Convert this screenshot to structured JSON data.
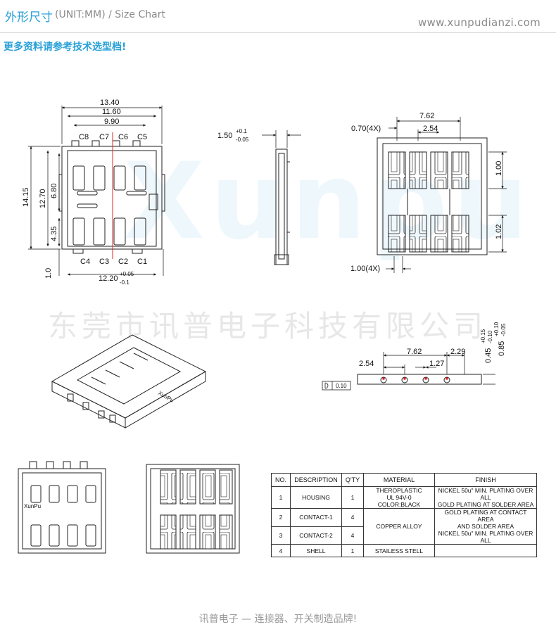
{
  "header": {
    "title_cn": "外形尺寸",
    "title_unit": "(UNIT:MM) / Size Chart",
    "website": "www.xunpudianzi.com",
    "subtitle": "更多资料请参考技术选型档!"
  },
  "watermarks": {
    "brand": "Xunpu",
    "company": "东莞市讯普电子科技有限公司"
  },
  "top_view": {
    "dims": [
      "13.40",
      "11.60",
      "9.90",
      "14.15",
      "12.70",
      "6.80",
      "4.35",
      "1.0",
      "12.20"
    ],
    "tol_12_20": [
      "+0.05",
      "-0.1"
    ],
    "pins_top": [
      "C8",
      "C7",
      "C6",
      "C5"
    ],
    "pins_bottom": [
      "C4",
      "C3",
      "C2",
      "C1"
    ]
  },
  "side_view": {
    "dim": "1.50",
    "tol": [
      "+0.1",
      "-0.05"
    ]
  },
  "pcb_view": {
    "dims": [
      "0.70(4X)",
      "7.62",
      "2.54",
      "1.00",
      "1.02",
      "1.00(4X)"
    ]
  },
  "front_view": {
    "dims": [
      "7.62",
      "2.29",
      "2.54",
      "1.27",
      "0.45",
      "0.85"
    ],
    "tol_045": [
      "+0.15",
      "-0.10"
    ],
    "tol_085": [
      "+0.10",
      "-0.05"
    ],
    "flatness": "0.10"
  },
  "iso_brand": "XunPu",
  "table": {
    "headers": [
      "NO.",
      "DESCRIPTION",
      "Q'TY",
      "MATERIAL",
      "FINISH"
    ],
    "rows": [
      {
        "no": "1",
        "desc": "HOUSING",
        "qty": "1",
        "material": [
          "THEROPLASTIC",
          "UL 94V-0 COLOR:BLACK"
        ],
        "finish": [
          "NICKEL 50u\" MIN. PLATING OVER ALL",
          "GOLD PLATING AT SOLDER AREA"
        ]
      },
      {
        "no": "2",
        "desc": "CONTACT-1",
        "qty": "4"
      },
      {
        "no": "3",
        "desc": "CONTACT-2",
        "qty": "4"
      },
      {
        "no": "4",
        "desc": "SHELL",
        "qty": "1",
        "material": [
          "STAILESS STELL"
        ]
      }
    ],
    "contact_material": "COPPER ALLOY",
    "contact_finish": [
      "GOLD PLATING AT CONTACT AREA",
      "AND SOLDER AREA",
      "NICKEL 50u\" MIN. PLATING OVER ALL"
    ]
  },
  "footer": "讯普电子 — 连接器、开关制造品牌!",
  "colors": {
    "accent": "#2aa1d8",
    "centerline": "#e0232a"
  }
}
